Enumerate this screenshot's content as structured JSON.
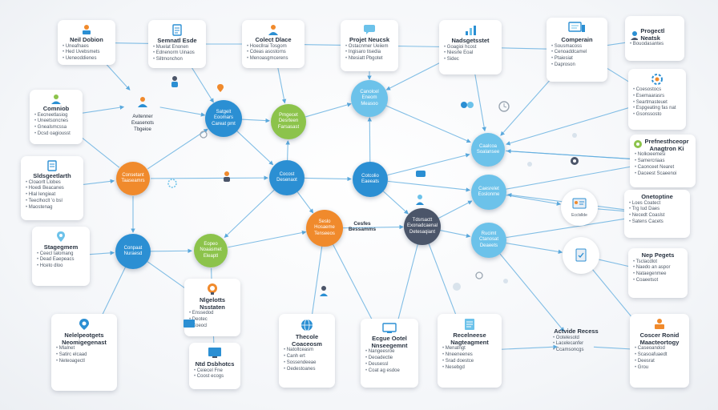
{
  "colors": {
    "blue": "#2b8fd3",
    "light_blue": "#6cc2ea",
    "orange": "#f08a2c",
    "green": "#8cc34b",
    "dark": "#4b5569",
    "edge": "#5aa9dd"
  },
  "cards": [
    {
      "key": "c1",
      "icon": "person-laptop-icon",
      "title": "Neil Dobion",
      "lines": [
        "Uneafnaes",
        "Hed Uvebsmets",
        "Ueneoddienes"
      ]
    },
    {
      "key": "c2",
      "icon": "document-icon",
      "title": "Semnatl Esde",
      "lines": [
        "Muelat Enonen",
        "Ednenorm Uinaos",
        "Siltmonchon"
      ]
    },
    {
      "key": "c3",
      "icon": "person-icon",
      "title": "Colect Dlace",
      "lines": [
        "Hoecllrai Tosgom",
        "Cdeas asostorns",
        "Menoasgmcerens"
      ]
    },
    {
      "key": "c4",
      "icon": "chat-icon",
      "title": "Projet Neucsk",
      "lines": [
        "Ostacnmer Ueiiem",
        "Ingisaro tisedia",
        "Ntesiatt Pbgotet"
      ]
    },
    {
      "key": "c5",
      "icon": "chart-icon",
      "title": "Nadsgetsstet",
      "lines": [
        "Goagioi hcost",
        "Niesrle Eoal",
        "Sidec"
      ]
    },
    {
      "key": "c6",
      "icon": "monitor-icon",
      "title": "Comperain",
      "lines": [
        "Sousmacoss",
        "Cenoaddcamel",
        "Ptaiesiat",
        "Daproson"
      ]
    },
    {
      "key": "c7",
      "icon": "person-card-icon",
      "title": "Progectl Neatsk",
      "lines": [
        "Bouodasantes"
      ]
    },
    {
      "key": "c8",
      "icon": "gear-person-icon",
      "title": "",
      "lines": [
        "Coesostocs",
        "Esemaarasrs",
        "Seartmasteuet",
        "Espgeating fas nat",
        "Gsonssosto"
      ]
    },
    {
      "key": "c9",
      "icon": "person-icon",
      "title": "Comniob",
      "lines": [
        "Eecneetlasiog",
        "Uneetsoncnes",
        "Gnealsmcssa",
        "Dcsd oagiousst"
      ]
    },
    {
      "key": "c10",
      "icon": "document-icon",
      "title": "Sldsgeetlarth",
      "lines": [
        "Cloaorlt Llobes",
        "Hoedi Beacanes",
        "Hlal Iengieat",
        "Teeclhoclt 'o bsl",
        "Maostenag"
      ]
    },
    {
      "key": "c11",
      "icon": "gear-person-icon",
      "title": "Prefnesthceopr\nAnagtron Ki",
      "lines": [
        "Nolkoeemesi",
        "Samercriaas",
        "Caonceet Nearet",
        "Daceest Scaeenoi"
      ]
    },
    {
      "key": "c12",
      "icon": "location-icon",
      "title": "Stagegmem",
      "lines": [
        "Ceecl talomang",
        "Dead Eaepeacs",
        "Hceto dloo"
      ]
    },
    {
      "key": "c13",
      "icon": "",
      "title": "Onetoptine",
      "lines": [
        "Loes Coatect",
        "Trg Iud Daes",
        "Necedt Coaslst",
        "Satens Cacets"
      ]
    },
    {
      "key": "c14",
      "icon": "",
      "title": "Nep Pegets",
      "lines": [
        "Tsclacdlot",
        "Naedo an aspor",
        "Nataegenmee",
        "Coaeetsot"
      ]
    },
    {
      "key": "c15",
      "icon": "bulb-icon",
      "title": "Nlgelotts\nNsstaten",
      "lines": [
        "Enssedod",
        "Deotec",
        "Coeocl"
      ]
    },
    {
      "key": "c16",
      "icon": "location-icon",
      "title": "Nelelpeotgets\nNeomigegenast",
      "lines": [
        "Mlalnet",
        "Satirc elcaad",
        "Neteoagectl"
      ]
    },
    {
      "key": "c17",
      "icon": "globe-icon",
      "title": "Thecole\nCoaceosm",
      "lines": [
        "Natoltceasm",
        "Canh ert",
        "Sossendeeae",
        "Oedestoanes"
      ]
    },
    {
      "key": "c18",
      "icon": "monitor-icon",
      "title": "Ecgue Ootel\nNnseegemnt",
      "lines": [
        "Nangeesroe",
        "Deoadectie",
        "Deusessl",
        "Coat ag esdoe"
      ]
    },
    {
      "key": "c19",
      "icon": "chart-icon",
      "title": "Recelneese\nNagteagment",
      "lines": [
        "Menatngt",
        "Nneeneenes",
        "Srad doestce",
        "Nesebgd"
      ]
    },
    {
      "key": "c20",
      "icon": "",
      "title": "Actvide Recess",
      "lines": [
        "Ootelesotd",
        "Lacelecanfer",
        "Ccamsoncgs"
      ]
    },
    {
      "key": "c21",
      "icon": "person-laptop-icon",
      "title": "Coscer Ronid\nMaacteortogy",
      "lines": [
        "Caseoandod",
        "Scasoafuaedt",
        "Deesrat",
        "Grou"
      ]
    },
    {
      "key": "c22",
      "icon": "monitor-icon",
      "title": "Ntd Dsbhotcs",
      "lines": [
        "Ceiecel Fne",
        "Coost ecogs"
      ]
    }
  ],
  "nodes": [
    {
      "key": "n1",
      "color_key": "blue",
      "label": "Satgeit\nEoomars\nCareat pmt"
    },
    {
      "key": "n2",
      "color_key": "green",
      "label": "Pmgecet\nDesrteen\nFarsasast"
    },
    {
      "key": "n3",
      "color_key": "light_blue",
      "label": "Canolcel\nEneom\nMeasoo"
    },
    {
      "key": "n4",
      "color_key": "orange",
      "label": "Consetant\nTaaseamrs"
    },
    {
      "key": "n5",
      "color_key": "blue",
      "label": "Cocost\nDesenaot"
    },
    {
      "key": "n6",
      "color_key": "blue",
      "label": "Cotcolio\nEaeeats"
    },
    {
      "key": "n7",
      "color_key": "light_blue",
      "label": "Caalcoa\nSoalansee"
    },
    {
      "key": "n8",
      "color_key": "light_blue",
      "label": "Caesrelet\nEoslonme"
    },
    {
      "key": "n9",
      "color_key": "blue",
      "label": "Conpaat\nNuraesd"
    },
    {
      "key": "n10",
      "color_key": "green",
      "label": "Eopeo\nNoaasmet\nEleaptl"
    },
    {
      "key": "n11",
      "color_key": "orange",
      "label": "Seslo\nHosaeme\nTenseeos"
    },
    {
      "key": "n12",
      "color_key": "dark",
      "label": "Tdsrsactt\nExonadcaenal\nDetesaqiant"
    },
    {
      "key": "n13",
      "color_key": "light_blue",
      "label": "Rucimt\nCtanosat\nDeaeets"
    }
  ],
  "floating": [
    {
      "key": "f1",
      "text": "Avitenner\nExasenots\nTbgeioe"
    },
    {
      "key": "f2",
      "text": "Cesfes\nBessamms"
    }
  ],
  "badges": [
    {
      "key": "b1",
      "icon": "person-card-icon",
      "label": "Ecclsllde"
    },
    {
      "key": "b2",
      "icon": "document-check-icon",
      "label": ""
    }
  ]
}
